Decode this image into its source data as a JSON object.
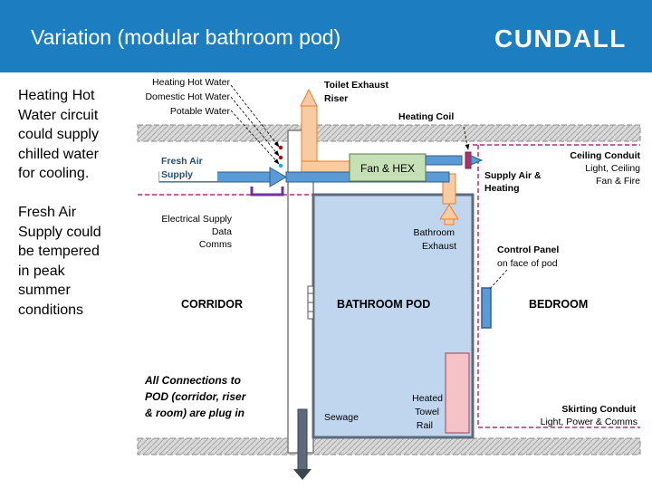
{
  "header": {
    "title": "Variation (modular bathroom pod)",
    "logo_text": "CUNDALL",
    "background_color": "#1c7ec0"
  },
  "side_notes": [
    [
      "Heating Hot",
      "Water circuit",
      "could supply",
      "chilled water",
      "for cooling."
    ],
    [
      "Fresh Air",
      "Supply could",
      "be tempered",
      "in peak",
      "summer",
      "conditions"
    ]
  ],
  "diagram": {
    "legend_lines": [
      "Heating Hot Water",
      "Domestic Hot Water",
      "Potable Water"
    ],
    "toilet_exhaust": [
      "Toilet Exhaust",
      "Riser"
    ],
    "heating_coil": "Heating Coil",
    "fresh_air": [
      "Fresh Air",
      "Supply"
    ],
    "fan_hex": "Fan & HEX",
    "ceiling_conduit": [
      "Ceiling Conduit",
      "Light, Ceiling",
      "Fan & Fire"
    ],
    "supply_air": [
      "Supply Air &",
      "Heating"
    ],
    "electrical_supply": [
      "Electrical Supply",
      "Data",
      "Comms"
    ],
    "bathroom_exhaust": [
      "Bathroom",
      "Exhaust"
    ],
    "control_panel": [
      "Control Panel",
      "on face of pod"
    ],
    "corridor": "CORRIDOR",
    "bathroom_pod": "BATHROOM POD",
    "bedroom": "BEDROOM",
    "all_connections": [
      "All Connections to",
      "POD (corridor, riser",
      "& room) are plug in"
    ],
    "heated_towel_rail": [
      "Heated",
      "Towel",
      "Rail"
    ],
    "sewage": "Sewage",
    "skirting_conduit": [
      "Skirting Conduit",
      "Light, Power & Comms"
    ]
  },
  "colors": {
    "duct_orange": "#f8cba0",
    "duct_orange_stroke": "#ed7d31",
    "duct_blue": "#5b9bd5",
    "duct_blue_stroke": "#2e5d8e",
    "pod_fill": "#c0d6ee",
    "pod_stroke": "#5b6b7b",
    "fan_fill": "#c5e0b4",
    "rail_fill": "#f3c3c7",
    "conduit_magenta": "#b0306e",
    "ceiling_band": "#d9d9d9",
    "purple_wire": "#7030a0"
  }
}
